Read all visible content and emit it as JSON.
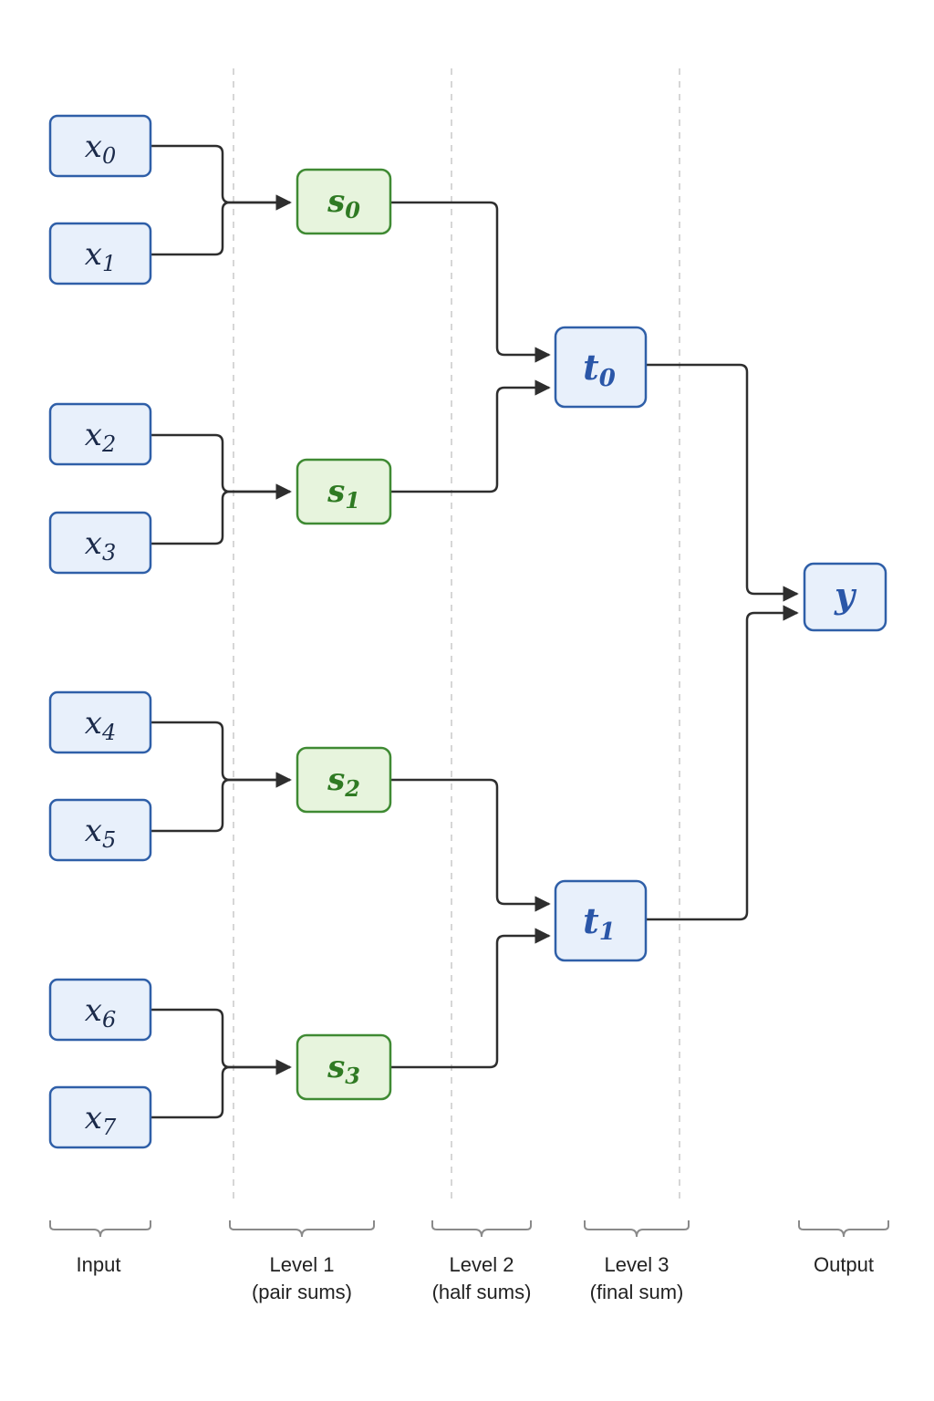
{
  "nodes": {
    "x0": {
      "base": "x",
      "sub": "0"
    },
    "x1": {
      "base": "x",
      "sub": "1"
    },
    "x2": {
      "base": "x",
      "sub": "2"
    },
    "x3": {
      "base": "x",
      "sub": "3"
    },
    "x4": {
      "base": "x",
      "sub": "4"
    },
    "x5": {
      "base": "x",
      "sub": "5"
    },
    "x6": {
      "base": "x",
      "sub": "6"
    },
    "x7": {
      "base": "x",
      "sub": "7"
    },
    "s0": {
      "base": "s",
      "sub": "0"
    },
    "s1": {
      "base": "s",
      "sub": "1"
    },
    "s2": {
      "base": "s",
      "sub": "2"
    },
    "s3": {
      "base": "s",
      "sub": "3"
    },
    "t0": {
      "base": "t",
      "sub": "0"
    },
    "t1": {
      "base": "t",
      "sub": "1"
    },
    "y": {
      "base": "y",
      "sub": ""
    }
  },
  "columns": {
    "input": {
      "line1": "Input",
      "line2": ""
    },
    "level1": {
      "line1": "Level 1",
      "line2": "(pair sums)"
    },
    "level2": {
      "line1": "Level 2",
      "line2": "(half sums)"
    },
    "level3": {
      "line1": "Level 3",
      "line2": "(final sum)"
    },
    "output": {
      "line1": "Output",
      "line2": ""
    }
  },
  "colors": {
    "input_fill": "#e8f0fb",
    "input_stroke": "#2f5fa8",
    "pair_fill": "#e7f4dd",
    "pair_stroke": "#3f8a33",
    "edge": "#2e2e2e",
    "divider": "#c8c8c8"
  }
}
